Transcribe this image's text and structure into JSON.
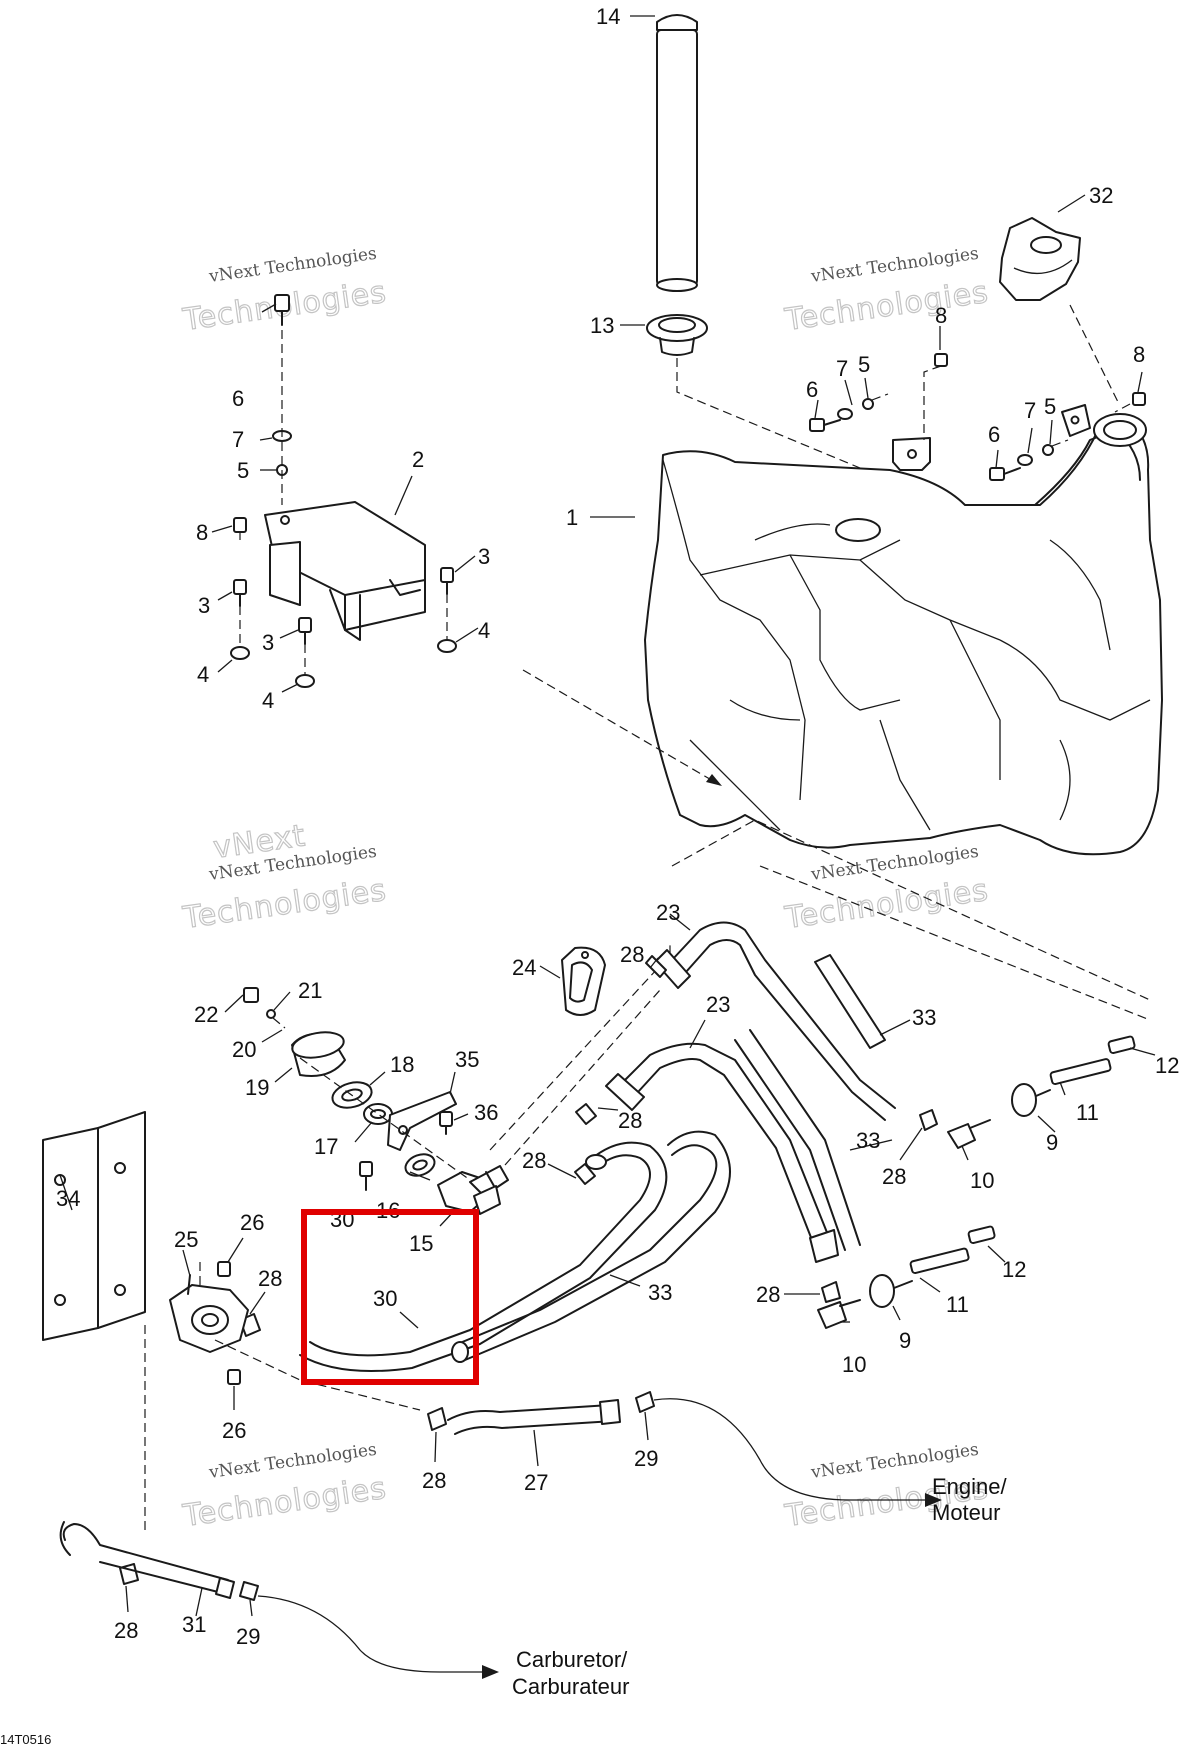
{
  "diagram": {
    "figure_code": "14T0516",
    "destinations": {
      "engine_en": "Engine/",
      "engine_fr": "Moteur",
      "carb_en": "Carburetor/",
      "carb_fr": "Carburateur"
    },
    "watermark": {
      "line1": "vNext Technologies",
      "line2": "Technologies",
      "line0": "vNext"
    },
    "highlight_color": "#e00000",
    "callouts": {
      "c14": "14",
      "c32": "32",
      "c13": "13",
      "c8a": "8",
      "c7a": "7",
      "c5a": "5",
      "c6a": "6",
      "c8b": "8",
      "c7b": "7",
      "c5b": "5",
      "c6b": "6",
      "c1": "1",
      "c6c": "6",
      "c7c": "7",
      "c5c": "5",
      "c2": "2",
      "c8c": "8",
      "c3a": "3",
      "c3b": "3",
      "c3c": "3",
      "c4a": "4",
      "c4b": "4",
      "c4c": "4",
      "c23a": "23",
      "c28a": "28",
      "c24": "24",
      "c33a": "33",
      "c23b": "23",
      "c22": "22",
      "c21": "21",
      "c20": "20",
      "c19": "19",
      "c18": "18",
      "c35": "35",
      "c36": "36",
      "c17": "17",
      "c28b": "28",
      "c12a": "12",
      "c11a": "11",
      "c9a": "9",
      "c28c": "28",
      "c10a": "10",
      "c33b": "33",
      "c28d": "28",
      "c16": "16",
      "c30a": "30",
      "c15": "15",
      "c34": "34",
      "c25": "25",
      "c26a": "26",
      "c28e": "28",
      "c30b": "30",
      "c33c": "33",
      "c12b": "12",
      "c11b": "11",
      "c28f": "28",
      "c9b": "9",
      "c10b": "10",
      "c26b": "26",
      "c28g": "28",
      "c27": "27",
      "c29a": "29",
      "c28h": "28",
      "c31": "31",
      "c29b": "29"
    }
  }
}
